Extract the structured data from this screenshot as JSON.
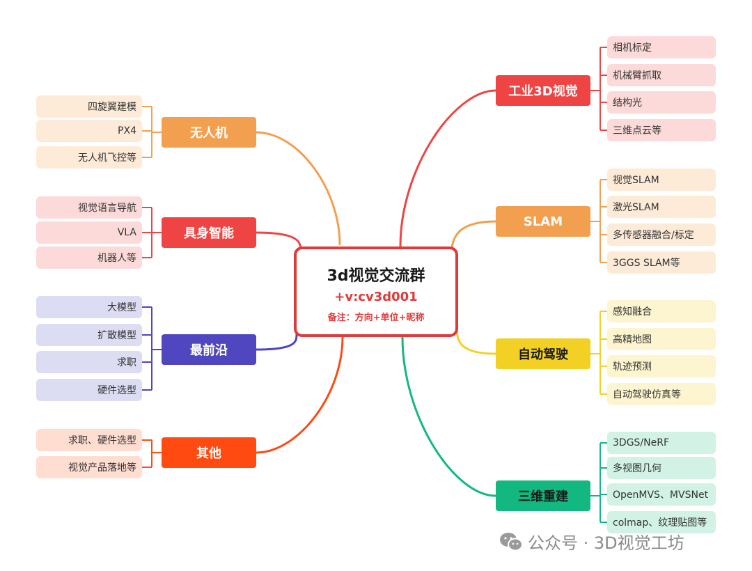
{
  "center": {
    "title": "3d视觉交流群",
    "subtitle": "+v:cv3d001",
    "note": "备注：方向+单位+昵称"
  },
  "watermark": {
    "text": "公众号 · 3D视觉工坊",
    "icon": "wechat-icon"
  },
  "branches": [
    {
      "id": "uav",
      "label": "无人机",
      "side": "left",
      "color": "#f2a04f",
      "light": "#fdebd8",
      "children": [
        "四旋翼建模",
        "PX4",
        "无人机飞控等"
      ]
    },
    {
      "id": "embodied",
      "label": "具身智能",
      "side": "left",
      "color": "#ef4444",
      "light": "#fddada",
      "children": [
        "视觉语言导航",
        "VLA",
        "机器人等"
      ]
    },
    {
      "id": "frontier",
      "label": "最前沿",
      "side": "left",
      "color": "#4f46c0",
      "light": "#dcdcf3",
      "children": [
        "大模型",
        "扩散模型",
        "求职",
        "硬件选型"
      ]
    },
    {
      "id": "other",
      "label": "其他",
      "side": "left",
      "color": "#ff4a12",
      "light": "#ffddd0",
      "children": [
        "求职、硬件选型",
        "视觉产品落地等"
      ]
    },
    {
      "id": "industrial",
      "label": "工业3D视觉",
      "side": "right",
      "color": "#ef4444",
      "light": "#fddada",
      "children": [
        "相机标定",
        "机械臂抓取",
        "结构光",
        "三维点云等"
      ]
    },
    {
      "id": "slam",
      "label": "SLAM",
      "side": "right",
      "color": "#f2a04f",
      "light": "#fdebd8",
      "children": [
        "视觉SLAM",
        "激光SLAM",
        "多传感器融合/标定",
        "3GGS SLAM等"
      ]
    },
    {
      "id": "driving",
      "label": "自动驾驶",
      "side": "right",
      "color": "#f2d024",
      "light": "#fcf5cf",
      "dark_text": true,
      "children": [
        "感知融合",
        "高精地图",
        "轨迹预测",
        "自动驾驶仿真等"
      ]
    },
    {
      "id": "recon",
      "label": "三维重建",
      "side": "right",
      "color": "#12b87f",
      "light": "#d2f2e6",
      "dark_text": true,
      "children": [
        "3DGS/NeRF",
        "多视图几何",
        "OpenMVS、MVSNet",
        "colmap、纹理贴图等"
      ]
    }
  ]
}
